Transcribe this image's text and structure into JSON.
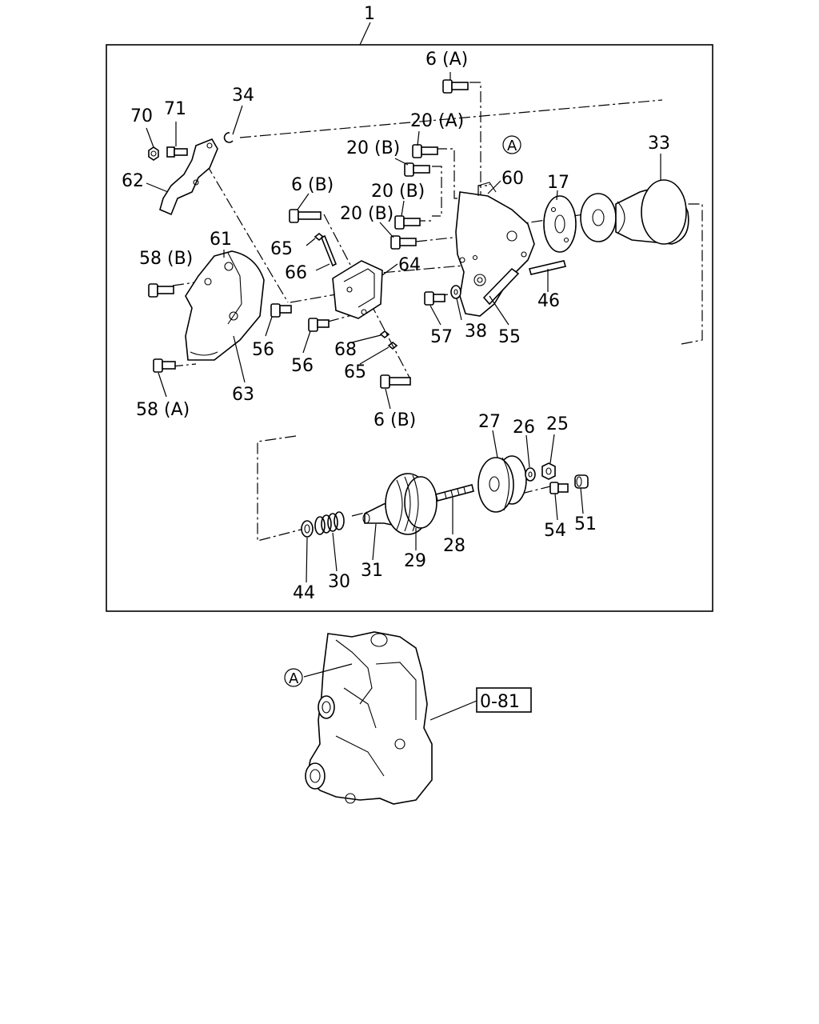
{
  "diagram": {
    "assembly_number": "1",
    "labels": [
      {
        "id": "6a-top",
        "text": "6 (A)"
      },
      {
        "id": "34",
        "text": "34"
      },
      {
        "id": "70",
        "text": "70"
      },
      {
        "id": "71",
        "text": "71"
      },
      {
        "id": "62",
        "text": "62"
      },
      {
        "id": "20a",
        "text": "20 (A)"
      },
      {
        "id": "20b-1",
        "text": "20 (B)"
      },
      {
        "id": "20b-2",
        "text": "20 (B)"
      },
      {
        "id": "20b-3",
        "text": "20 (B)"
      },
      {
        "id": "6b-top",
        "text": "6 (B)"
      },
      {
        "id": "a-upper",
        "text": "A"
      },
      {
        "id": "60",
        "text": "60"
      },
      {
        "id": "17",
        "text": "17"
      },
      {
        "id": "33",
        "text": "33"
      },
      {
        "id": "61",
        "text": "61"
      },
      {
        "id": "58b",
        "text": "58 (B)"
      },
      {
        "id": "65-top",
        "text": "65"
      },
      {
        "id": "66",
        "text": "66"
      },
      {
        "id": "64",
        "text": "64"
      },
      {
        "id": "46",
        "text": "46"
      },
      {
        "id": "57",
        "text": "57"
      },
      {
        "id": "38",
        "text": "38"
      },
      {
        "id": "55",
        "text": "55"
      },
      {
        "id": "56-left",
        "text": "56"
      },
      {
        "id": "56-right",
        "text": "56"
      },
      {
        "id": "68",
        "text": "68"
      },
      {
        "id": "65-bottom",
        "text": "65"
      },
      {
        "id": "63",
        "text": "63"
      },
      {
        "id": "58a",
        "text": "58 (A)"
      },
      {
        "id": "6b-bottom",
        "text": "6 (B)"
      },
      {
        "id": "27",
        "text": "27"
      },
      {
        "id": "26",
        "text": "26"
      },
      {
        "id": "25",
        "text": "25"
      },
      {
        "id": "54",
        "text": "54"
      },
      {
        "id": "51",
        "text": "51"
      },
      {
        "id": "28",
        "text": "28"
      },
      {
        "id": "29",
        "text": "29"
      },
      {
        "id": "31",
        "text": "31"
      },
      {
        "id": "30",
        "text": "30"
      },
      {
        "id": "44",
        "text": "44"
      },
      {
        "id": "a-lower",
        "text": "A"
      }
    ],
    "reference_box": "0-81"
  }
}
